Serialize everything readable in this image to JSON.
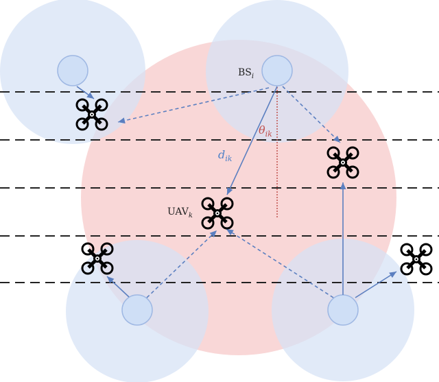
{
  "labels": {
    "bs": "BS",
    "bs_sub": "i",
    "uav": "UAV",
    "uav_sub": "k",
    "distance": "d",
    "distance_sub": "ik",
    "angle": "θ",
    "angle_sub": "ik"
  },
  "colors": {
    "coverage_main": "#f7caca",
    "coverage_small": "#d6e2f5",
    "bs_node": "#cfdff6",
    "bs_stroke": "#9fb8e3",
    "link": "#5b7fc0",
    "angle_line": "#c0504d",
    "distance_label": "#4f81c7",
    "angle_label": "#c0504d",
    "dashed_line": "#222222",
    "drone": "#000000"
  },
  "icons": {
    "base_station": "circle-node",
    "uav": "quadcopter-icon"
  }
}
